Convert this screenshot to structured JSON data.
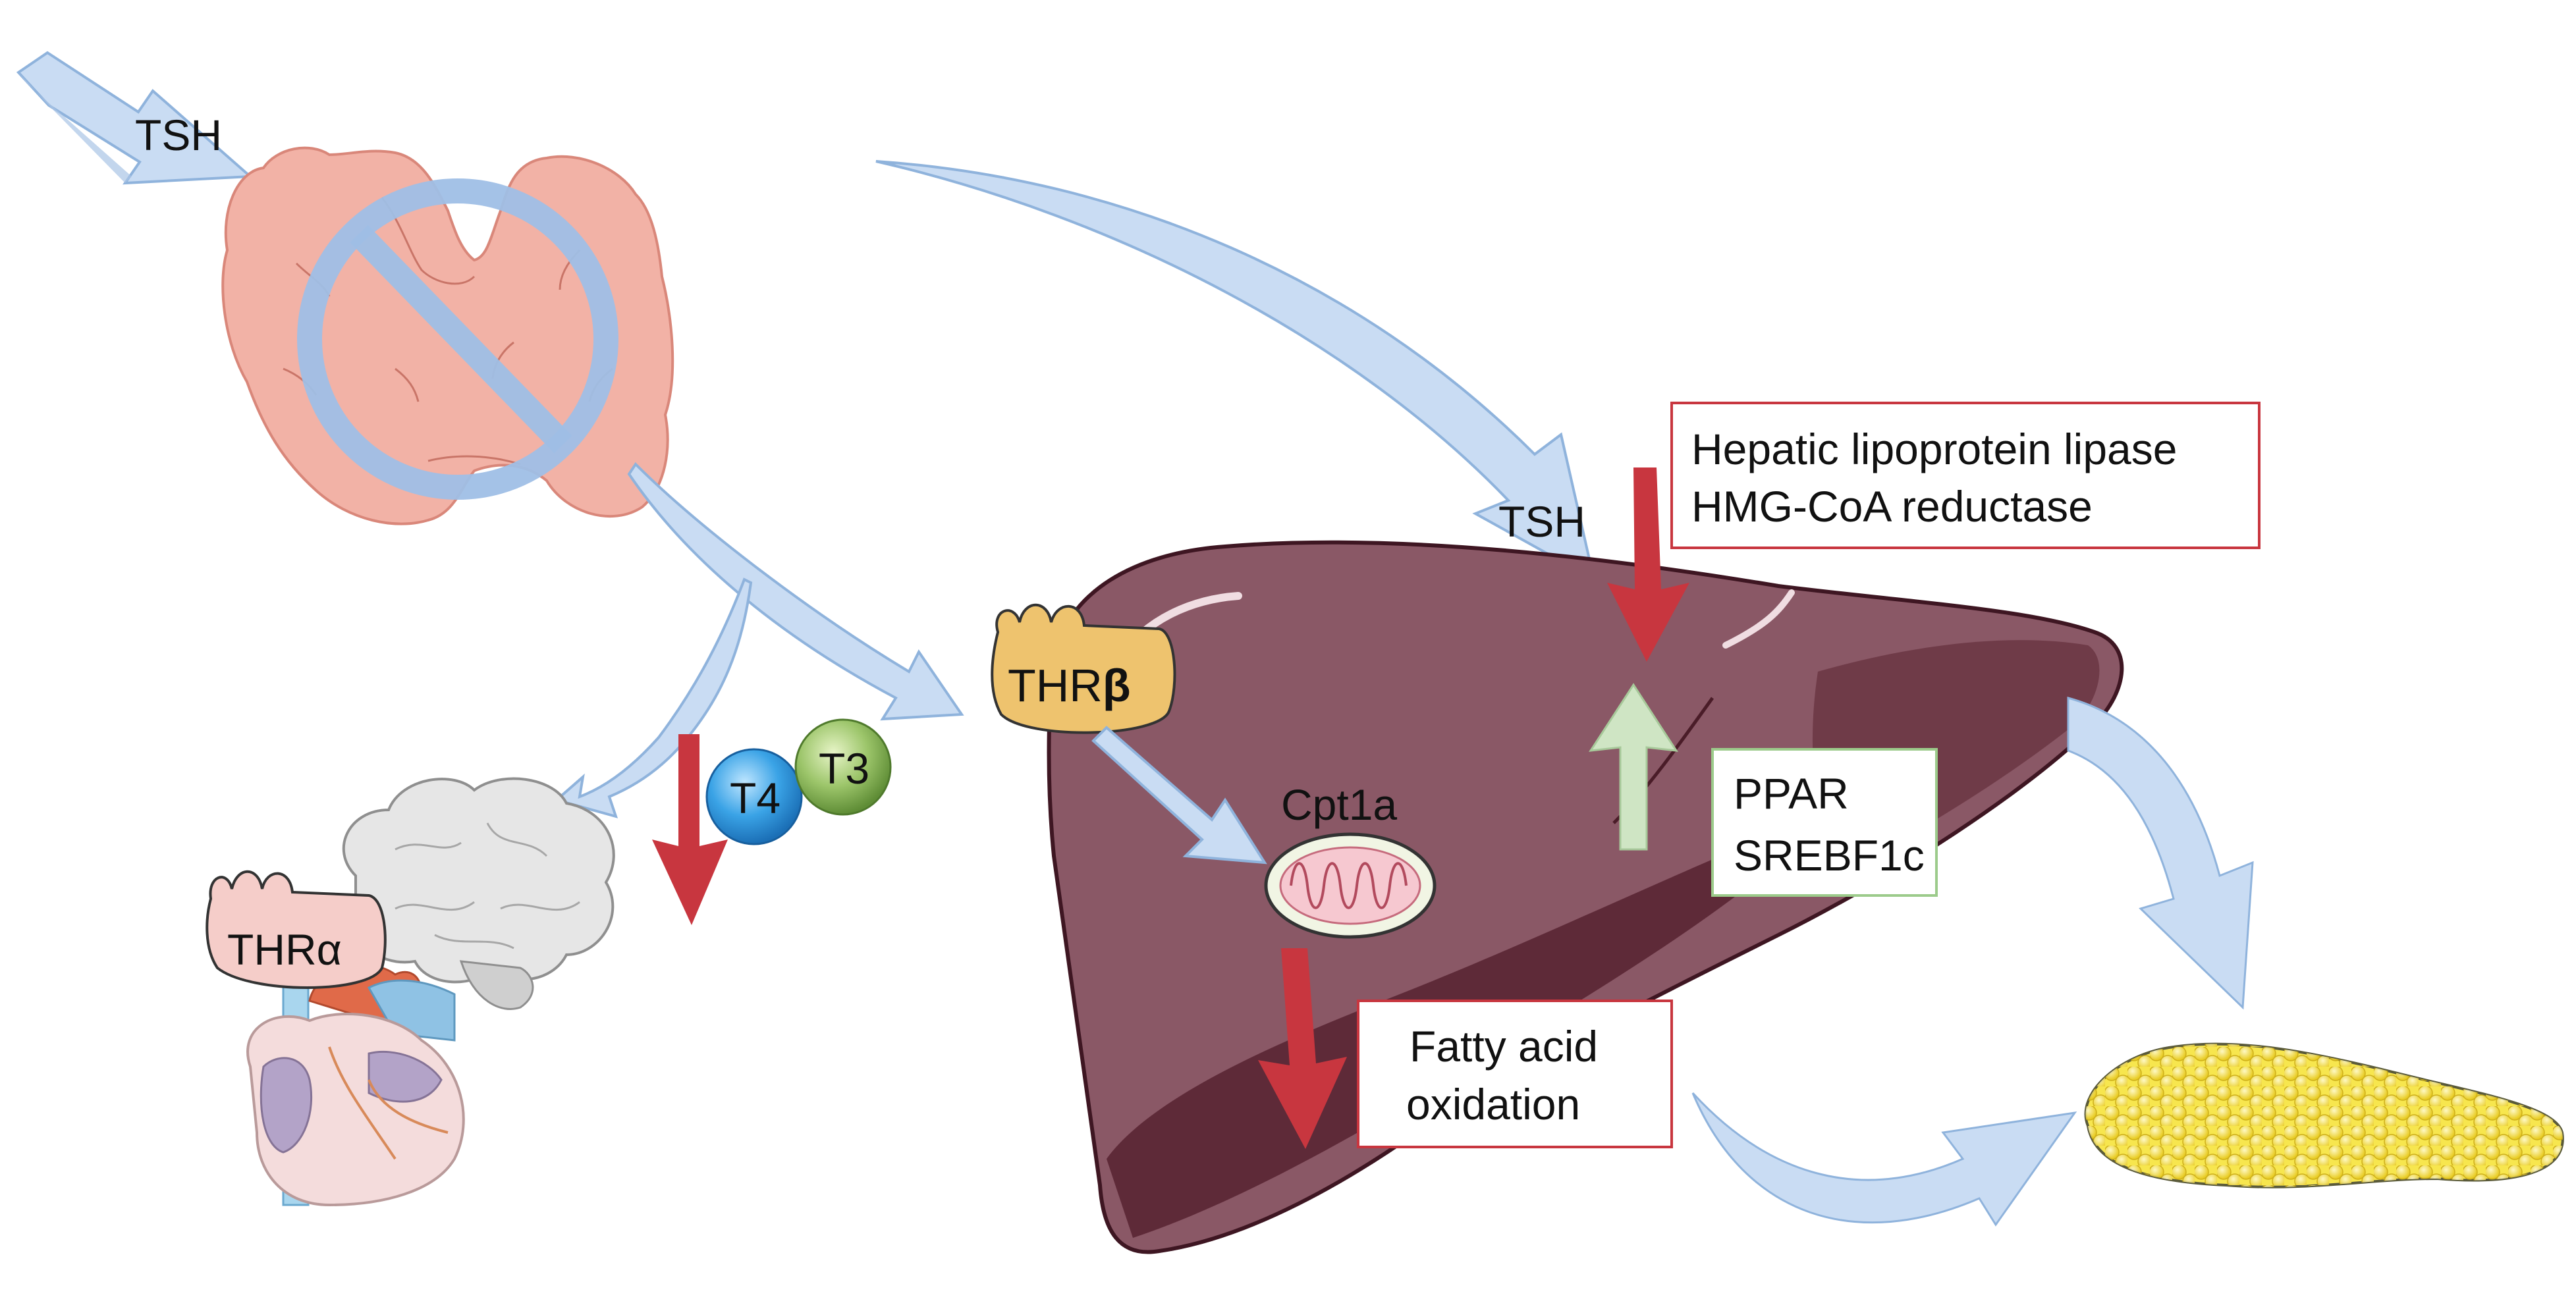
{
  "labels": {
    "tsh_input": "TSH",
    "tsh_liver": "TSH",
    "thr_beta": "THR",
    "beta_symbol": "β",
    "thr_alpha": "THRα",
    "t4": "T4",
    "t3": "T3",
    "cpt1a": "Cpt1a"
  },
  "boxes": {
    "lipase_line1": "Hepatic lipoprotein lipase",
    "lipase_line2": "HMG-CoA reductase",
    "ppar_line1": "PPAR",
    "ppar_line2": "SREBF1c",
    "fatty_line1": "Fatty acid",
    "fatty_line2": "oxidation"
  },
  "colors": {
    "blue_arrow": "#c9dcf3",
    "blue_stroke": "#8fb3dc",
    "red_arrow": "#c8363f",
    "green_arrow": "#cfe5c4",
    "liver": "#8a5866",
    "liver_dark": "#5e2a38",
    "thyroid": "#f2b2a6",
    "thr_receptor": "#eec36e",
    "thr_alpha_receptor": "#f5cdc9",
    "box_red_border": "#c8363f",
    "box_green_border": "#9ccb8b",
    "fat": "#f7e64e"
  }
}
